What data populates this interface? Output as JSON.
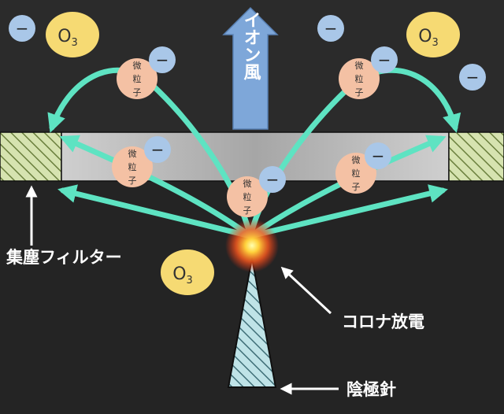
{
  "labels": {
    "ion_wind": "イオン風",
    "dust_filter": "集塵フィルター",
    "corona_discharge": "コロナ放電",
    "cathode_needle": "陰極針"
  },
  "particle": {
    "lines": [
      "微",
      "粒",
      "子"
    ]
  },
  "ozone": {
    "base": "O",
    "sub": "3"
  },
  "ion": {
    "symbol": "−"
  },
  "colors": {
    "background": "#2b2b2b",
    "arrow": "#5ee3c2",
    "ion_blue": "#a9c7e8",
    "particle": "#f4c1a4",
    "ozone": "#f6da73",
    "filter_band": "#bcbcbc",
    "filter_hatch": "#d6e3b0",
    "needle": "#9fd0d6",
    "ion_wind_arrow": "#7ea7d9"
  }
}
